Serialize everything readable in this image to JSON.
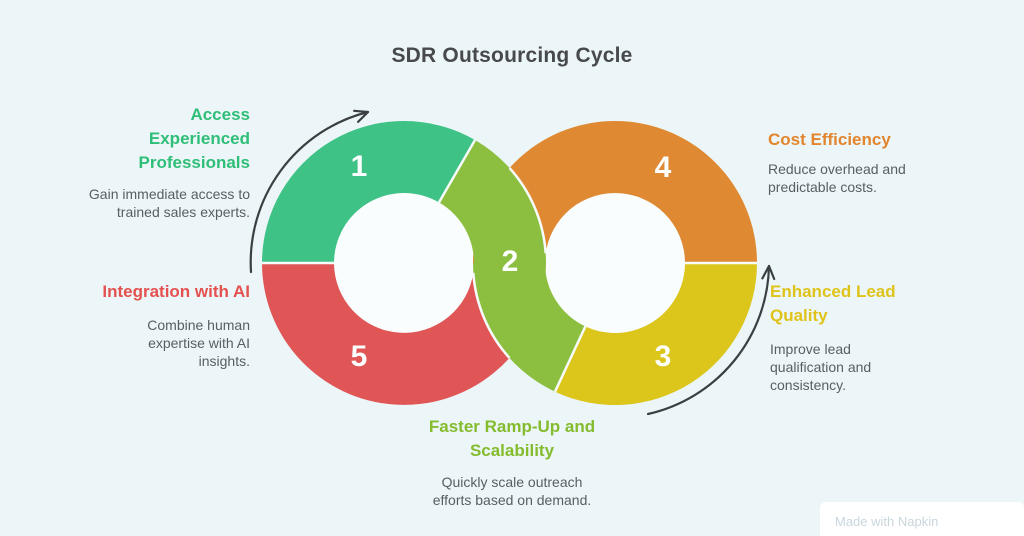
{
  "title": "SDR Outsourcing Cycle",
  "colors": {
    "background": "#ECF6F8",
    "title_text": "#47494B",
    "body_text": "#585E62",
    "number_text": "#FDFEFE",
    "arrow": "#3A3F42",
    "separator": "#F7FBFC",
    "hole": "#FAFDFD"
  },
  "diagram": {
    "type": "infinity-loop-cycle",
    "segments": [
      {
        "number": "1",
        "label": "Access Experienced Professionals",
        "description": "Gain immediate access to trained sales experts.",
        "color": "#3EC285",
        "label_color": "#2FBE78"
      },
      {
        "number": "2",
        "label": "Faster Ramp-Up and Scalability",
        "description": "Quickly scale outreach efforts based on demand.",
        "color": "#8CBF40",
        "label_color": "#84BC2E"
      },
      {
        "number": "3",
        "label": "Enhanced Lead Quality",
        "description": "Improve lead qualification and consistency.",
        "color": "#DCC61C",
        "label_color": "#DFC31A"
      },
      {
        "number": "4",
        "label": "Cost Efficiency",
        "description": "Reduce overhead and predictable costs.",
        "color": "#DF8A33",
        "label_color": "#E2852D"
      },
      {
        "number": "5",
        "label": "Integration with AI",
        "description": "Combine human expertise with AI insights.",
        "color": "#E05656",
        "label_color": "#E4514F"
      }
    ]
  },
  "watermark": "Made with Napkin"
}
